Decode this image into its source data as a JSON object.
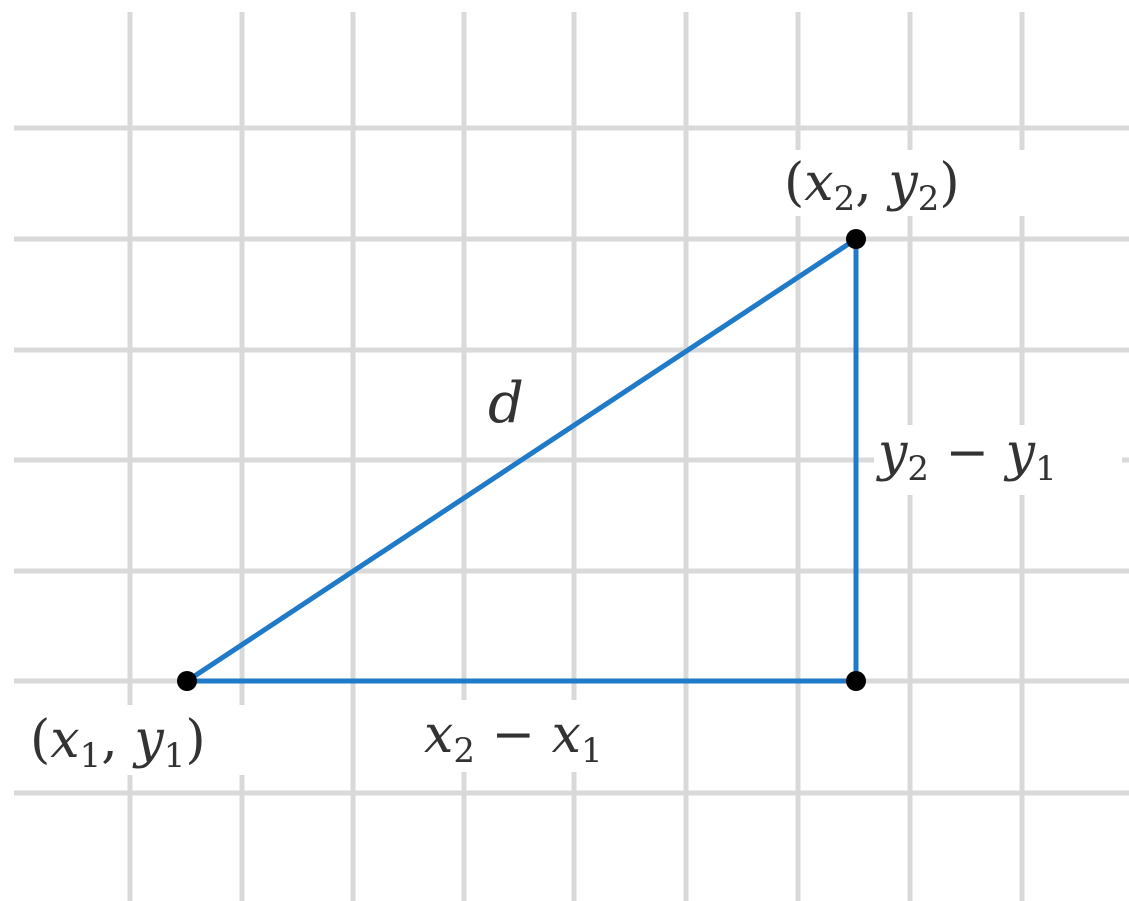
{
  "colors": {
    "background": "#ffffff",
    "grid": "#d9d9d9",
    "triangle": "#1f7ac7",
    "point": "#000000",
    "text": "#333333"
  },
  "labels": {
    "point1": {
      "open": "(",
      "x": "x",
      "xsub": "1",
      "comma": ", ",
      "y": "y",
      "ysub": "1",
      "close": ")"
    },
    "point2": {
      "open": "(",
      "x": "x",
      "xsub": "2",
      "comma": ", ",
      "y": "y",
      "ysub": "2",
      "close": ")"
    },
    "hypotenuse": "d",
    "horizontal": {
      "a": "x",
      "asub": "2",
      "op": " − ",
      "b": "x",
      "bsub": "1"
    },
    "vertical": {
      "a": "y",
      "asub": "2",
      "op": " − ",
      "b": "y",
      "bsub": "1"
    }
  }
}
